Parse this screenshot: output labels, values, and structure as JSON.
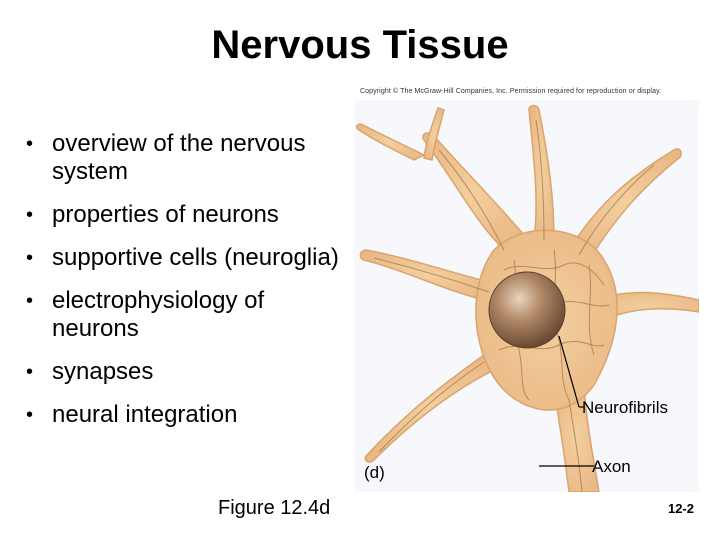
{
  "slide": {
    "title": "Nervous Tissue",
    "copyright": "Copyright © The McGraw-Hill Companies, Inc. Permission required for reproduction or display.",
    "bullets": [
      "overview of the nervous system",
      "properties of neurons",
      "supportive cells (neuroglia)",
      "electrophysiology of neurons",
      "synapses",
      "neural integration"
    ],
    "figure": {
      "label_neurofibrils": "Neurofibrils",
      "label_axon": "Axon",
      "label_part": "(d)",
      "caption": "Figure 12.4d"
    },
    "page_number": "12-2"
  }
}
